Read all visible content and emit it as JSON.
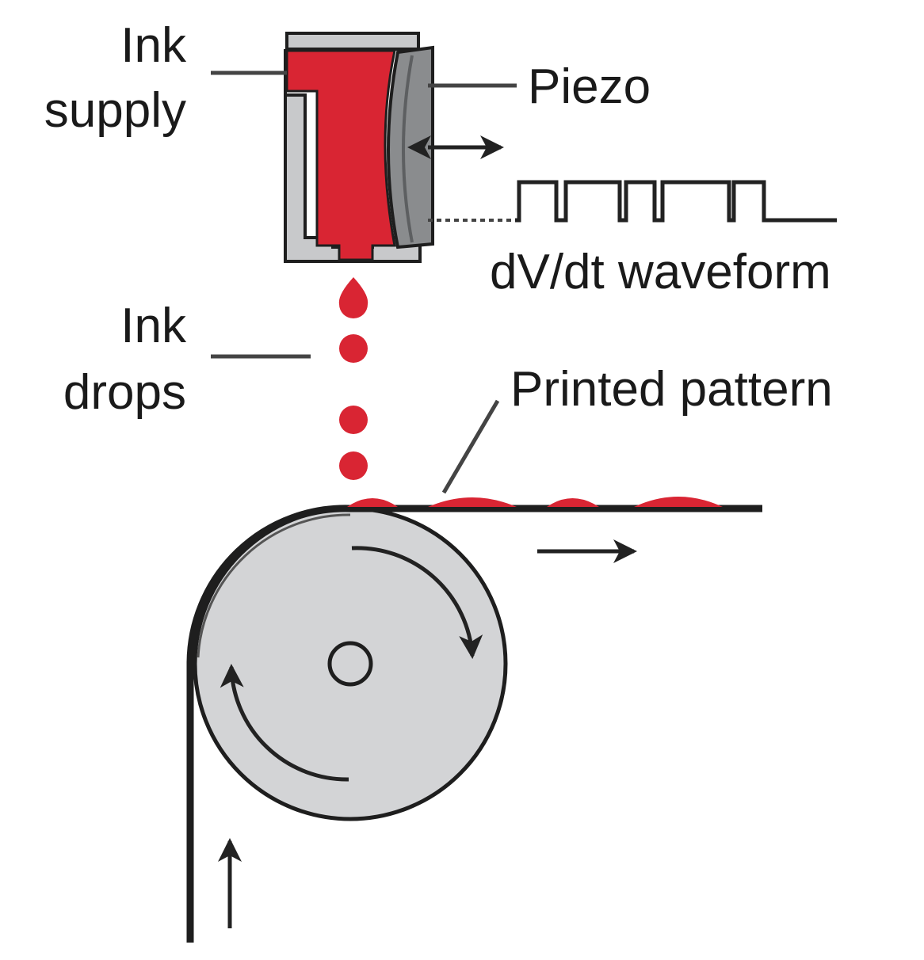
{
  "labels": {
    "ink_supply_line1": "Ink",
    "ink_supply_line2": "supply",
    "piezo": "Piezo",
    "waveform": "dV/dt waveform",
    "ink_drops_line1": "Ink",
    "ink_drops_line2": "drops",
    "printed_pattern": "Printed pattern"
  },
  "colors": {
    "ink": "#d92533",
    "piezo": "#8a8c8e",
    "housing": "#c8c9cb",
    "roller": "#d3d4d6",
    "outline": "#1e1e1e",
    "text": "#1a1a1a"
  },
  "icons": {
    "motion_left_right": "double-headed-arrow",
    "substrate_out": "right-arrow",
    "substrate_in": "up-arrow",
    "roller_rotation": "clockwise-arrows"
  }
}
